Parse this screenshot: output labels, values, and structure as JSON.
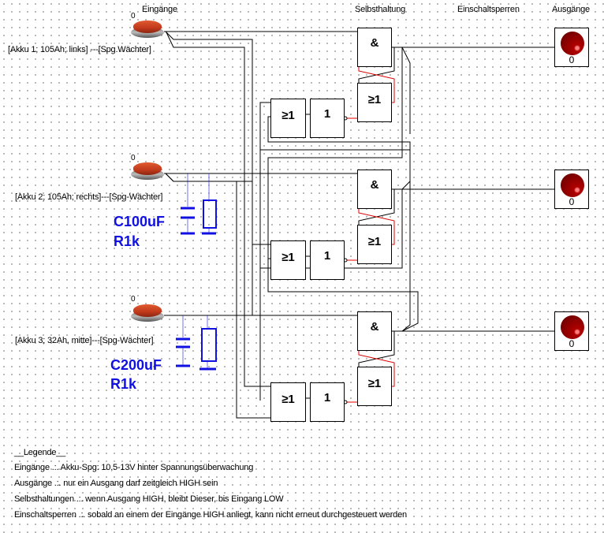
{
  "headers": {
    "inputs": "Eingänge",
    "latch": "Selbsthaltung",
    "interlock": "Einschaltsperren",
    "outputs": "Ausgänge"
  },
  "inputs": [
    {
      "state": "0",
      "label": "[Akku 1; 105Ah; links] ---[Spg.Wächter]"
    },
    {
      "state": "0",
      "label": "[Akku 2; 105Ah; rechts]---[Spg-Wächter]"
    },
    {
      "state": "0",
      "label": "[Akku 3; 32Ah, mitte]---[Spg-Wächter]"
    }
  ],
  "components": [
    {
      "capacitor": "C100uF",
      "resistor": "R1k"
    },
    {
      "capacitor": "C200uF",
      "resistor": "R1k"
    }
  ],
  "gates": {
    "and": "&",
    "or": "≥1",
    "not": "1"
  },
  "outputs": [
    {
      "state": "0"
    },
    {
      "state": "0"
    },
    {
      "state": "0"
    }
  ],
  "legend": {
    "title": "__Legende__",
    "lines": [
      "Eingänge .:. Akku-Spg: 10,5-13V hinter Spannungsüberwachung",
      "Ausgänge .:. nur ein Ausgang darf zeitgleich HIGH sein",
      "Selbsthaltungen .:. wenn Ausgang HIGH, bleibt Dieser, bis Eingang LOW",
      "Einschaltsperren .:. sobald an einem der Eingänge HIGH anliegt, kann nicht erneut durchgesteuert werden"
    ]
  },
  "colors": {
    "wire": "#000000",
    "feedback_wire": "#e00000",
    "component": "#1010e0",
    "lamp": "#8a0000"
  }
}
